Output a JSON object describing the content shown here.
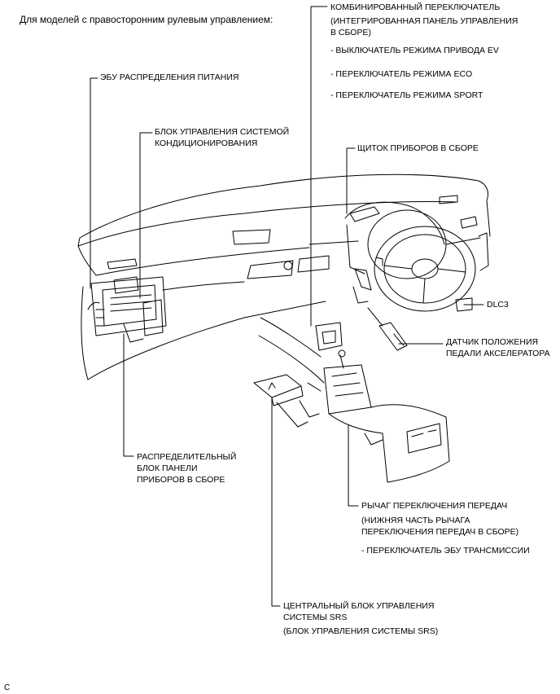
{
  "header": "Для моделей с правосторонним рулевым управлением:",
  "labels": {
    "combo_switch": {
      "title": "КОМБИНИРОВАННЫЙ ПЕРЕКЛЮЧАТЕЛЬ",
      "sub1": "(ИНТЕГРИРОВАННАЯ ПАНЕЛЬ УПРАВЛЕНИЯ",
      "sub2": "В СБОРЕ)",
      "item1": "- ВЫКЛЮЧАТЕЛЬ РЕЖИМА ПРИВОДА EV",
      "item2": "- ПЕРЕКЛЮЧАТЕЛЬ РЕЖИМА ECO",
      "item3": "- ПЕРЕКЛЮЧАТЕЛЬ РЕЖИМА SPORT"
    },
    "power_ecu": "ЭБУ РАСПРЕДЕЛЕНИЯ ПИТАНИЯ",
    "ac_unit": {
      "line1": "БЛОК УПРАВЛЕНИЯ СИСТЕМОЙ",
      "line2": "КОНДИЦИОНИРОВАНИЯ"
    },
    "meter": "ЩИТОК ПРИБОРОВ В СБОРЕ",
    "dlc3": "DLC3",
    "accel": {
      "line1": "ДАТЧИК ПОЛОЖЕНИЯ",
      "line2": "ПЕДАЛИ АКСЕЛЕРАТОРА"
    },
    "junction": {
      "line1": "РАСПРЕДЕЛИТЕЛЬНЫЙ",
      "line2": "БЛОК ПАНЕЛИ",
      "line3": "ПРИБОРОВ В СБОРЕ"
    },
    "shift": {
      "title": "РЫЧАГ ПЕРЕКЛЮЧЕНИЯ ПЕРЕДАЧ",
      "sub1": "(НИЖНЯЯ ЧАСТЬ РЫЧАГА",
      "sub2": "ПЕРЕКЛЮЧЕНИЯ ПЕРЕДАЧ В СБОРЕ)",
      "item1": "- ПЕРЕКЛЮЧАТЕЛЬ ЭБУ ТРАНСМИССИИ"
    },
    "srs": {
      "line1": "ЦЕНТРАЛЬНЫЙ БЛОК УПРАВЛЕНИЯ",
      "line2": "СИСТЕМЫ SRS",
      "sub": "(БЛОК УПРАВЛЕНИЯ СИСТЕМЫ SRS)"
    }
  },
  "footer_code": "C",
  "colors": {
    "ink": "#000000",
    "background": "#ffffff"
  }
}
